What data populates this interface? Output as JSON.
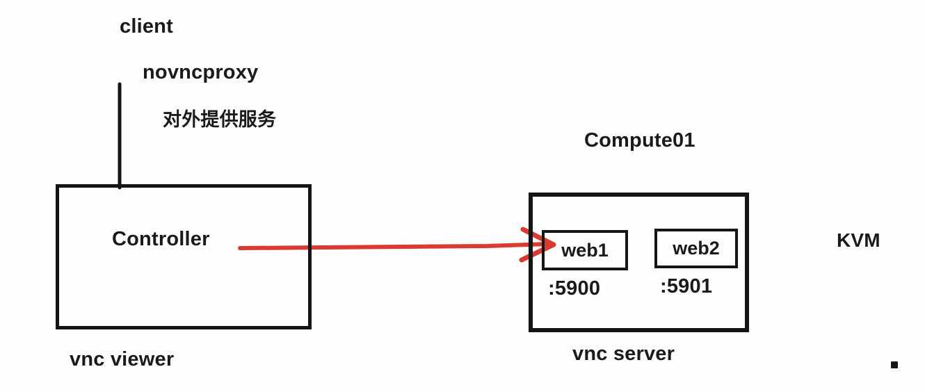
{
  "diagram": {
    "title_labels": {
      "client": "client",
      "novncproxy": "novncproxy",
      "service_note": "对外提供服务",
      "vnc_viewer": "vnc viewer",
      "compute01": "Compute01",
      "vnc_server": "vnc server",
      "kvm": "KVM"
    },
    "nodes": {
      "controller": {
        "label": "Controller"
      },
      "web1": {
        "label": "web1",
        "port": ":5900"
      },
      "web2": {
        "label": "web2",
        "port": ":5901"
      }
    },
    "connections": {
      "controller_to_web1": "red-arrow",
      "client_to_controller": "vertical-line"
    },
    "colors": {
      "arrow": "#d93a31",
      "line": "#151515",
      "background": "#fdfdfd",
      "text": "#1a1a1a"
    }
  }
}
